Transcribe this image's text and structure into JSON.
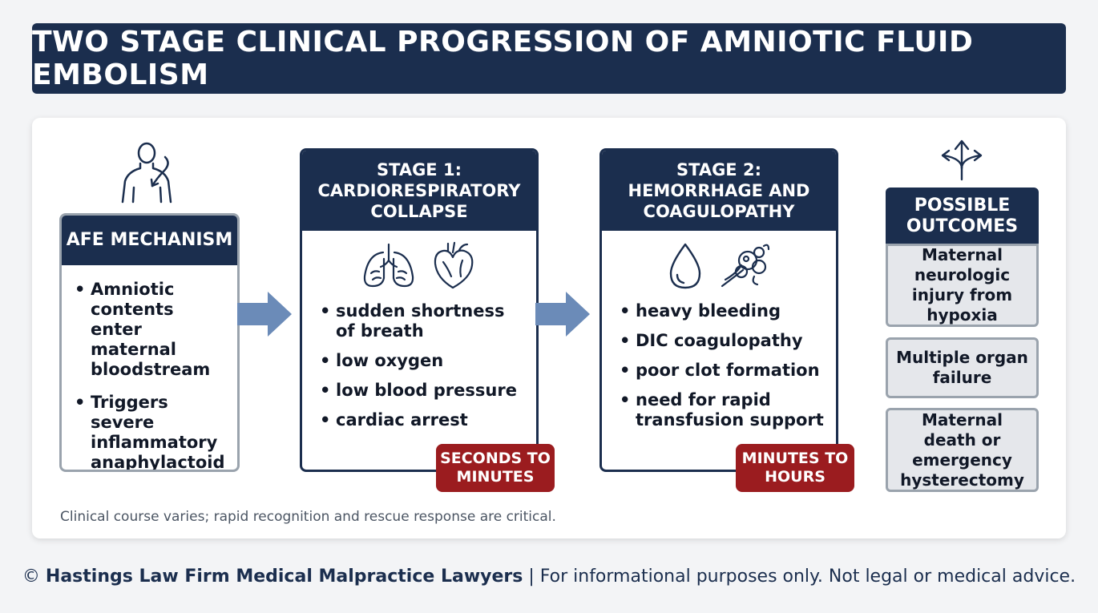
{
  "title": "TWO STAGE CLINICAL PROGRESSION OF AMNIOTIC FLUID EMBOLISM",
  "mechanism": {
    "icon": "person-chest-pain-icon",
    "heading": "AFE MECHANISM",
    "bullets": [
      "Amniotic contents enter maternal bloodstream",
      "Triggers severe inflammatory anaphylactoid response"
    ]
  },
  "stage1": {
    "heading": "STAGE 1: CARDIORESPIRATORY COLLAPSE",
    "icons": [
      "lungs-icon",
      "heart-icon"
    ],
    "bullets": [
      "sudden shortness of breath",
      "low oxygen",
      "low blood pressure",
      "cardiac arrest"
    ],
    "time": "SECONDS TO MINUTES"
  },
  "stage2": {
    "heading": "STAGE 2: HEMORRHAGE AND COAGULOPATHY",
    "icons": [
      "blood-drop-icon",
      "blood-clot-icon"
    ],
    "bullets": [
      "heavy bleeding",
      "DIC coagulopathy",
      "poor clot formation",
      "need for rapid transfusion support"
    ],
    "time": "MINUTES TO HOURS"
  },
  "outcomes": {
    "icon": "branching-arrows-icon",
    "heading": "POSSIBLE OUTCOMES",
    "items": [
      "Maternal neurologic injury from hypoxia",
      "Multiple organ failure",
      "Maternal death or emergency hysterectomy"
    ]
  },
  "footnote": "Clinical course varies; rapid recognition and rescue response are critical.",
  "credit": {
    "symbol": "©",
    "firm": "Hastings Law Firm Medical Malpractice Lawyers",
    "disclaimer": "| For informational purposes only. Not legal or medical advice."
  },
  "colors": {
    "navy": "#1b2e4e",
    "red": "#9b1c1f",
    "arrow": "#6b8bb8",
    "card_border": "#9aa3ad",
    "outcome_bg": "#e5e7eb"
  }
}
